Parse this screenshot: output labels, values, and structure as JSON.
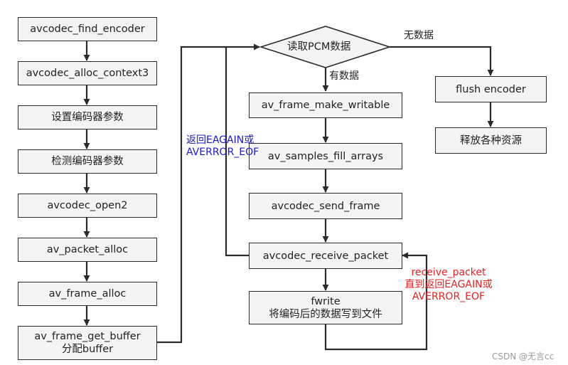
{
  "left_column": {
    "step1": "avcodec_find_encoder",
    "step2": "avcodec_alloc_context3",
    "step3": "设置编码器参数",
    "step4": "检测编码器参数",
    "step5": "avcodec_open2",
    "step6": "av_packet_alloc",
    "step7": "av_frame_alloc",
    "step8_line1": "av_frame_get_buffer",
    "step8_line2": "分配buffer"
  },
  "decision": {
    "text": "读取PCM数据",
    "yes_label": "有数据",
    "no_label": "无数据"
  },
  "middle_column": {
    "make_writable": "av_frame_make_writable",
    "fill_arrays": "av_samples_fill_arrays",
    "send_frame": "avcodec_send_frame",
    "receive_packet": "avcodec_receive_packet",
    "fwrite_line1": "fwrite",
    "fwrite_line2": "将编码后的数据写到文件"
  },
  "right_column": {
    "flush": "flush encoder",
    "release": "释放各种资源"
  },
  "annotations": {
    "eagain_line1": "返回EAGAIN或",
    "eagain_line2": "AVERROR_EOF",
    "loop_line1": "receive_packet",
    "loop_line2": "直到返回EAGAIN或",
    "loop_line3": "AVERROR_EOF"
  },
  "watermark": "CSDN @无言cc",
  "colors": {
    "box_fill": "#f4f4f4",
    "stroke": "#2a2a2a",
    "annotation_blue": "#1a1ad6",
    "annotation_red": "#e82020"
  }
}
